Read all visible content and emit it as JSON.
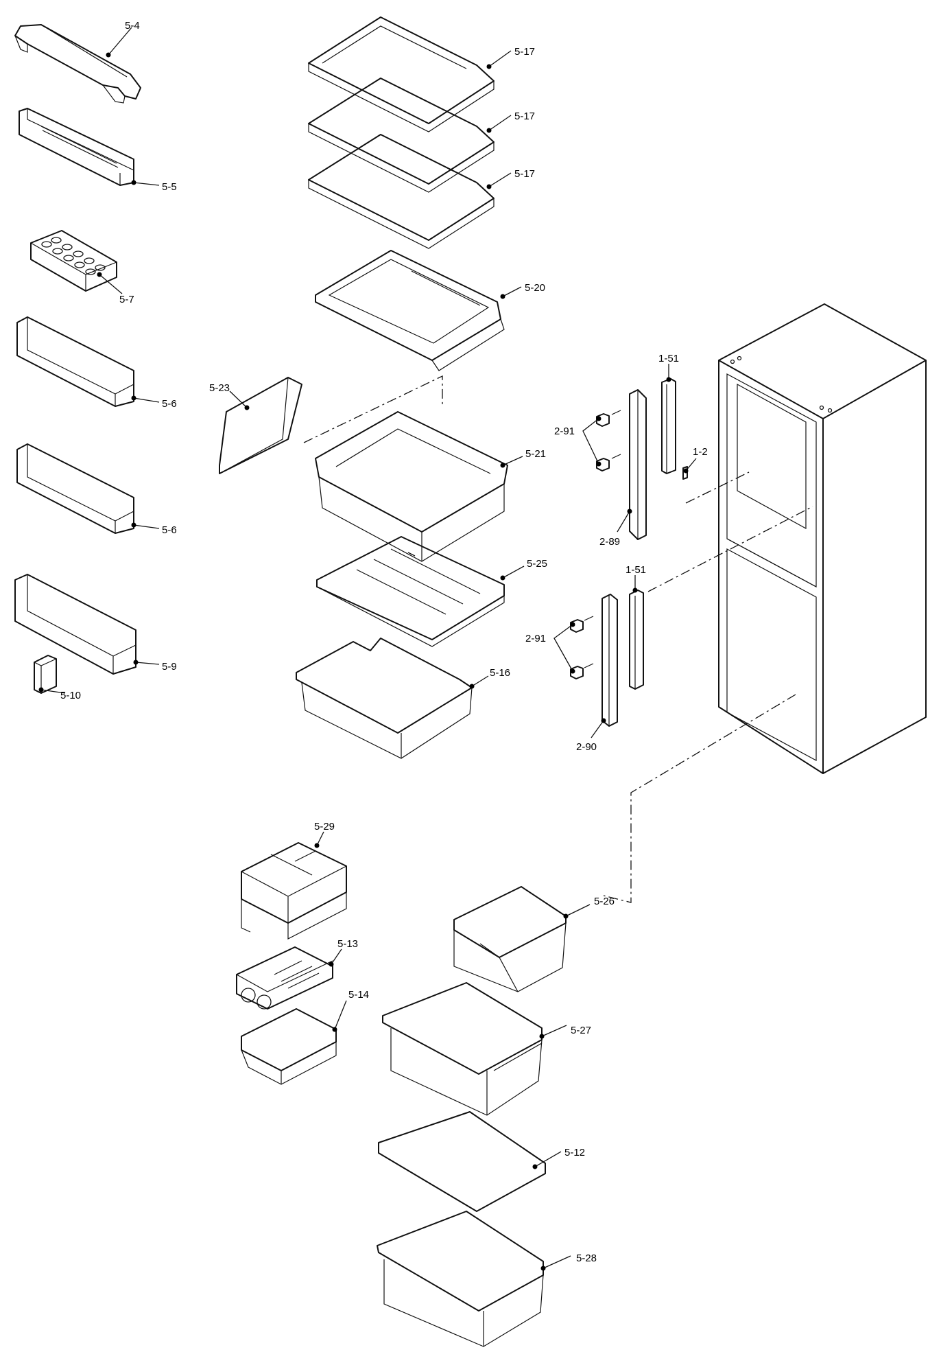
{
  "labels": {
    "p_5_4": "5-4",
    "p_5_5": "5-5",
    "p_5_7": "5-7",
    "p_5_6a": "5-6",
    "p_5_6b": "5-6",
    "p_5_9": "5-9",
    "p_5_10": "5-10",
    "p_5_17a": "5-17",
    "p_5_17b": "5-17",
    "p_5_17c": "5-17",
    "p_5_20": "5-20",
    "p_5_23": "5-23",
    "p_5_21": "5-21",
    "p_5_25": "5-25",
    "p_5_16": "5-16",
    "p_1_51a": "1-51",
    "p_1_51b": "1-51",
    "p_1_2": "1-2",
    "p_2_91a": "2-91",
    "p_2_91b": "2-91",
    "p_2_89": "2-89",
    "p_2_90": "2-90",
    "p_5_29": "5-29",
    "p_5_13": "5-13",
    "p_5_14": "5-14",
    "p_5_26": "5-26",
    "p_5_27": "5-27",
    "p_5_12": "5-12",
    "p_5_28": "5-28"
  }
}
